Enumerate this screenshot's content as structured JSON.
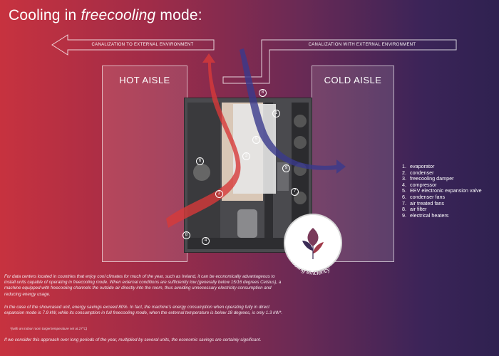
{
  "title": {
    "prefix": "Cooling in ",
    "italic": "freecooling",
    "suffix": " mode:"
  },
  "canalization": {
    "left": "CANALIZATION TO EXTERNAL ENVIRONMENT",
    "right": "CANALIZATION WITH EXTERNAL ENVIRONMENT"
  },
  "aisles": {
    "hot": "HOT AISLE",
    "cold": "COLD AISLE"
  },
  "legend": [
    {
      "num": "1.",
      "label": "evaporator"
    },
    {
      "num": "2.",
      "label": "condenser"
    },
    {
      "num": "3.",
      "label": "freecooling damper"
    },
    {
      "num": "4.",
      "label": "compressor"
    },
    {
      "num": "5.",
      "label": "EEV electronic expansion valve"
    },
    {
      "num": "6.",
      "label": "condenser fans"
    },
    {
      "num": "7.",
      "label": "air treated fans"
    },
    {
      "num": "8.",
      "label": "air filter"
    },
    {
      "num": "9.",
      "label": "electrical heaters"
    }
  ],
  "callouts": [
    "1",
    "2",
    "3",
    "4",
    "5",
    "6",
    "7",
    "8",
    "8",
    "9"
  ],
  "badge_text": "freecooling efficiency",
  "paragraphs": [
    "For data centers located in countries that enjoy cool climates for much of the year, such as Ireland, it can be economically advantageous to install units capable of operating in freecooling mode. When external conditions are sufficiently low (generally below 15/16 degrees Celsius), a machine equipped with freecooling channels the outside air directly into the room, thus avoiding unnecessary electricity consumption and reducing energy usage.",
    "In the case of the showcased unit, energy savings exceed 80%. In fact, the machine's energy consumption when operating fully in direct expansion mode is 7.9 kW, while its consumption in full freecooling mode, when the external temperature is below 18 degrees, is only 1.3 kW*.",
    "If we consider this approach over long periods of the year, multiplied by several units, the economic savings are certainly significant."
  ],
  "footnote": "*(with an indoor room target temperature set at 27°C)",
  "colors": {
    "hot_arrow": "#d73a3a",
    "cold_arrow": "#3a3a8c",
    "unit_body": "#4a4a4e"
  }
}
